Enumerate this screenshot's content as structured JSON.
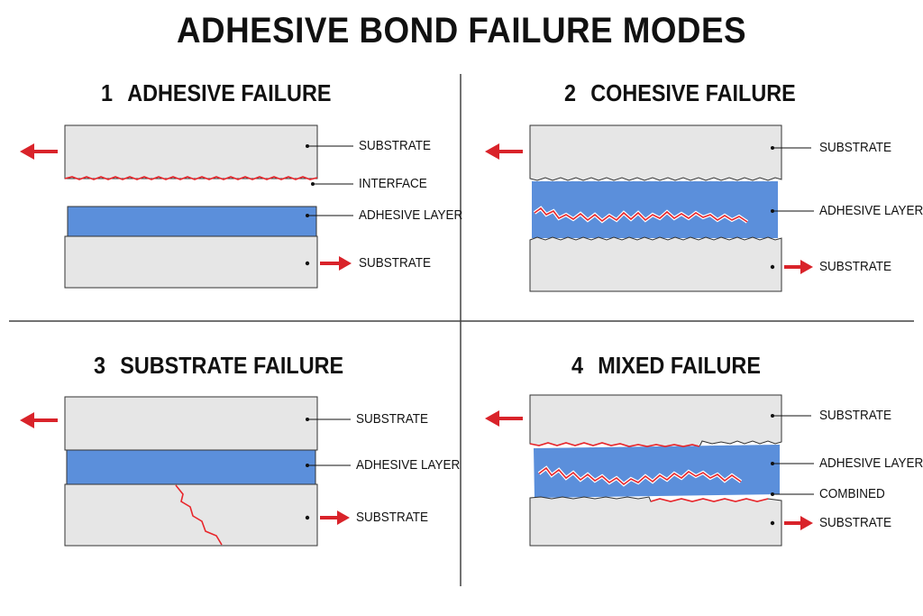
{
  "title": "ADHESIVE BOND FAILURE MODES",
  "colors": {
    "substrate": "#e6e6e6",
    "adhesive": "#5b8fdb",
    "crack": "#e8262b",
    "arrow": "#d9232a",
    "outline": "#333333"
  },
  "quadrants": [
    {
      "number": "1",
      "title": "ADHESIVE FAILURE",
      "labels": {
        "top_substrate": "SUBSTRATE",
        "interface": "INTERFACE",
        "adhesive": "ADHESIVE LAYER",
        "bottom_substrate": "SUBSTRATE"
      }
    },
    {
      "number": "2",
      "title": "COHESIVE FAILURE",
      "labels": {
        "top_substrate": "SUBSTRATE",
        "adhesive": "ADHESIVE LAYER",
        "bottom_substrate": "SUBSTRATE"
      }
    },
    {
      "number": "3",
      "title": "SUBSTRATE FAILURE",
      "labels": {
        "top_substrate": "SUBSTRATE",
        "adhesive": "ADHESIVE LAYER",
        "bottom_substrate": "SUBSTRATE"
      }
    },
    {
      "number": "4",
      "title": "MIXED FAILURE",
      "labels": {
        "top_substrate": "SUBSTRATE",
        "adhesive": "ADHESIVE LAYER",
        "combined": "COMBINED",
        "bottom_substrate": "SUBSTRATE"
      }
    }
  ]
}
